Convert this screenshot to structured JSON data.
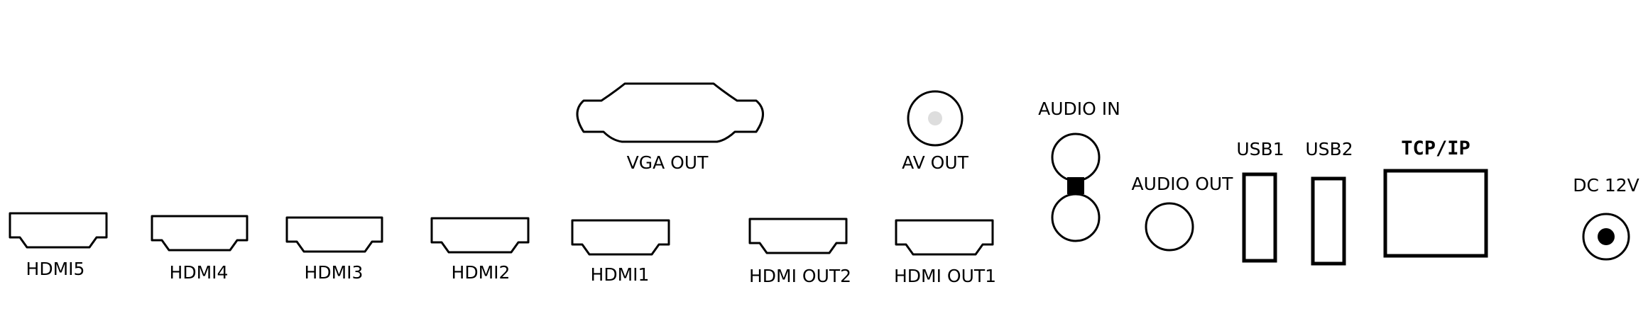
{
  "labels": {
    "vga_out": "VGA OUT",
    "av_out": "AV OUT",
    "audio_in": "AUDIO IN",
    "audio_out": "AUDIO OUT",
    "usb1": "USB1",
    "usb2": "USB2",
    "tcp_ip": "TCP/IP",
    "dc_12v": "DC 12V",
    "hdmi5": "HDMI5",
    "hdmi4": "HDMI4",
    "hdmi3": "HDMI3",
    "hdmi2": "HDMI2",
    "hdmi1": "HDMI1",
    "hdmi_out2": "HDMI OUT2",
    "hdmi_out1": "HDMI OUT1"
  },
  "colors": {
    "stroke": "#000000",
    "background": "#ffffff",
    "av_center": "#dddddd"
  }
}
